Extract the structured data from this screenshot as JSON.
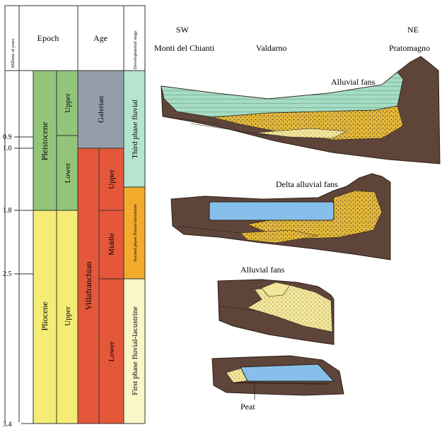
{
  "table": {
    "headers": {
      "millions": "Millions of years",
      "epoch": "Epoch",
      "age": "Age",
      "developmental": "Developmental stage"
    },
    "ticks": [
      "0.9",
      "1.0",
      "1.8",
      "2.5",
      "3.4"
    ],
    "epochs": [
      {
        "name": "Pleistocene",
        "color": "#92c57a"
      },
      {
        "name": "Pliocene",
        "color": "#f4ec75"
      }
    ],
    "subepochs": [
      "Upper",
      "Lower",
      "Upper"
    ],
    "ages": [
      {
        "name": "Galerian",
        "color": "#949eaa"
      },
      {
        "name": "Villafranchian",
        "color": "#e4573a"
      }
    ],
    "subages": [
      "Upper",
      "Middle",
      "Lower"
    ],
    "phases": [
      {
        "name": "Third phase fluvial",
        "color": "#b5e4cf"
      },
      {
        "name": "Second phase fluvial-lacustrine",
        "color": "#f3ab2c"
      },
      {
        "name": "First phase fluvial-lacustrine",
        "color": "#fbf6c8"
      }
    ]
  },
  "sections": {
    "sw": "SW",
    "sw_place": "Monti del Chianti",
    "valley": "Valdarno",
    "ne": "NE",
    "ne_place": "Pratomagno",
    "labels": [
      "Alluvial fans",
      "Delta alluvial fans",
      "Alluvial fans",
      "Peat"
    ]
  },
  "colors": {
    "bedrock": "#5e4439",
    "lake": "#86c0ea",
    "fan_yellow": "#e2b83a",
    "sand": "#f1e69a",
    "fluvial_green": "#a7dcc4"
  }
}
